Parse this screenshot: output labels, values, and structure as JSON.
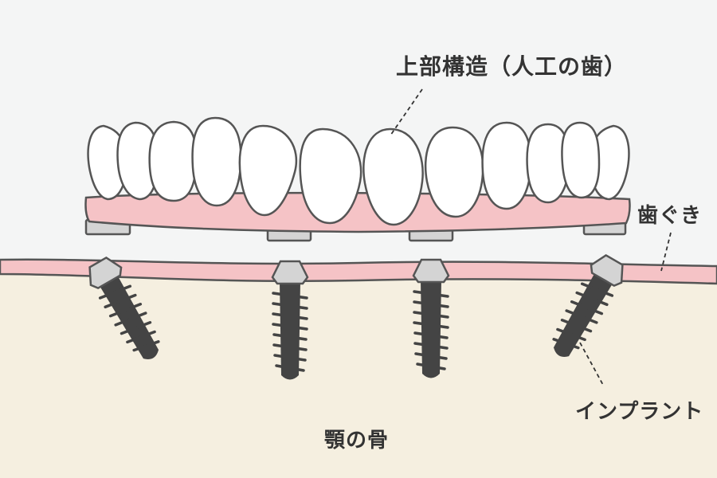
{
  "labels": {
    "superstructure": "上部構造（人工の歯）",
    "gum": "歯ぐき",
    "implant": "インプラント",
    "jawbone": "顎の骨"
  },
  "colors": {
    "background": "#f4f5f5",
    "bone": "#f5efe0",
    "gum": "#f5c3c6",
    "outline": "#555555",
    "tooth": "#ffffff",
    "implant_screw": "#444444",
    "abutment": "#d4d4d4",
    "text": "#333333"
  }
}
